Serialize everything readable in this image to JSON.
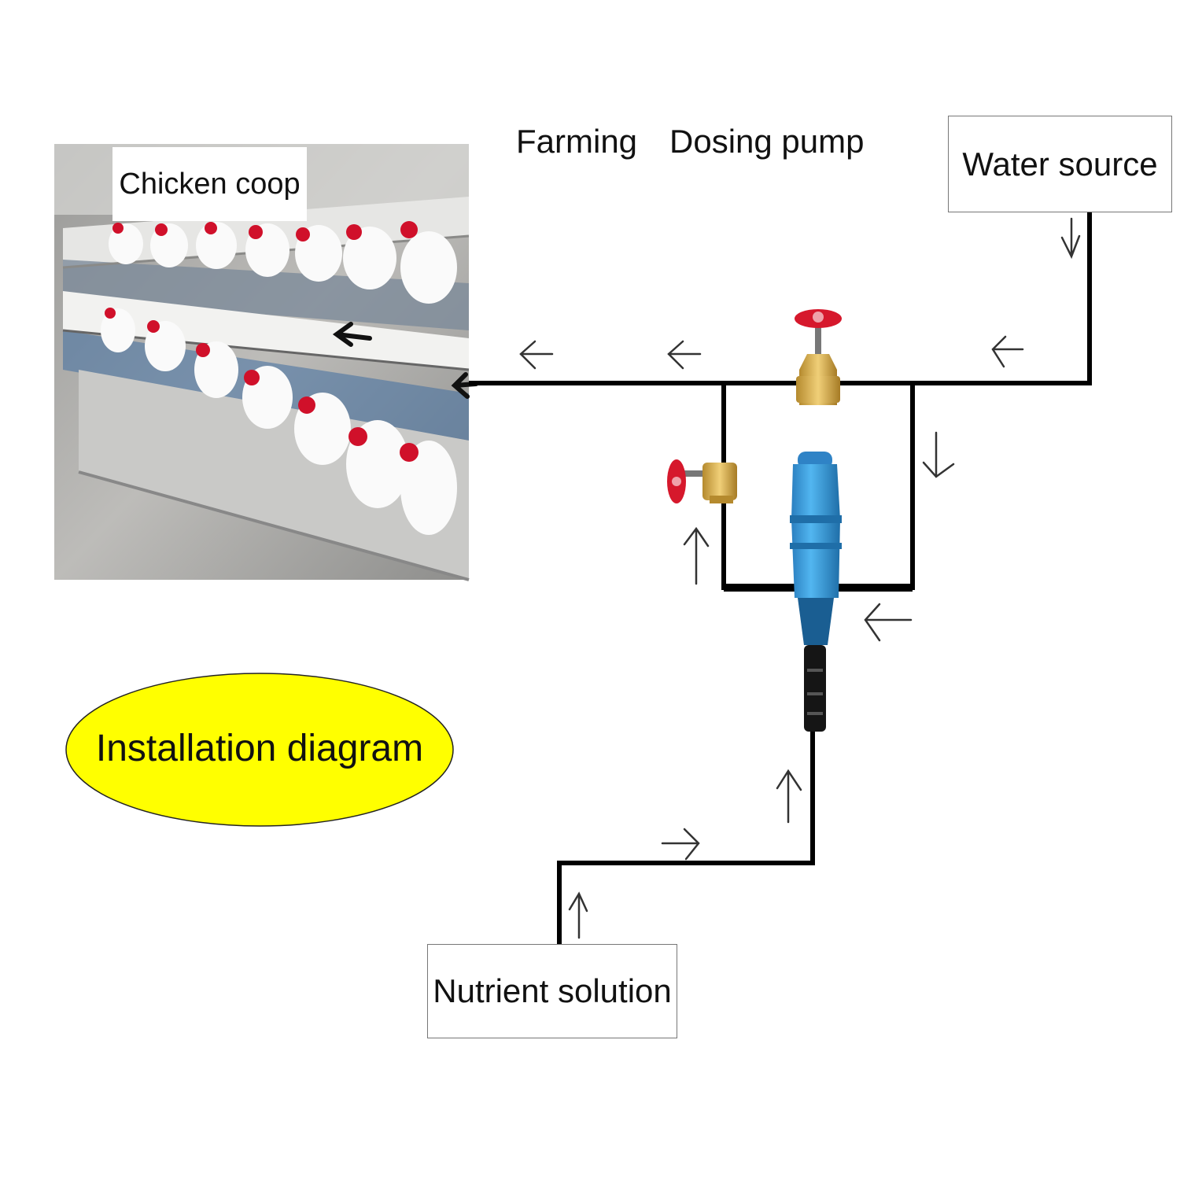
{
  "header": {
    "left": "Farming",
    "right": "Dosing pump"
  },
  "nodes": {
    "water_source": "Water source",
    "chicken_coop": "Chicken coop",
    "nutrient_solution": "Nutrient solution"
  },
  "badge": {
    "text": "Installation diagram",
    "fill": "#ffff00"
  },
  "colors": {
    "pipe": "#000000",
    "pump_body": "#3aa0e0",
    "valve_handle": "#d6182c",
    "valve_body": "#d4a640"
  },
  "icons": [
    "chicken-coop-photo",
    "gate-valve-icon",
    "dosing-pump-icon",
    "arrow-icon"
  ]
}
